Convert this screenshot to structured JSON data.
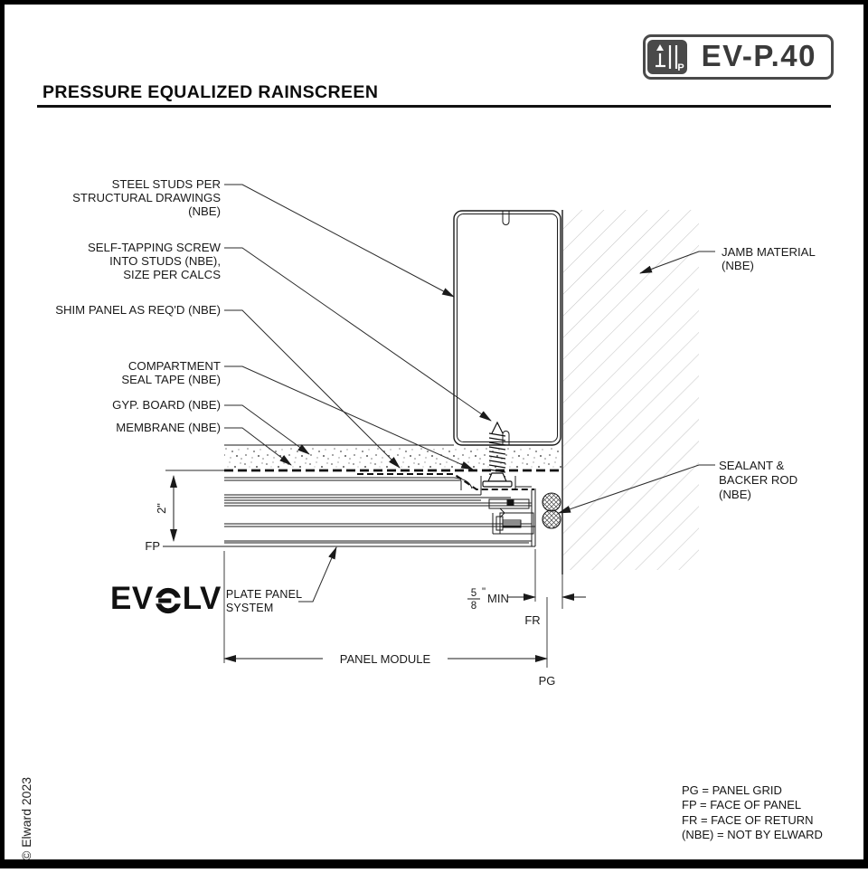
{
  "badge": {
    "code": "EV-P.40",
    "icon_label": "P"
  },
  "title": "PRESSURE EQUALIZED RAINSCREEN",
  "copyright": "© Elward 2023",
  "logo": {
    "left": "EV",
    "right": "LV",
    "tagline1": "PLATE PANEL",
    "tagline2": "SYSTEM"
  },
  "callouts": {
    "steel_studs": [
      "STEEL STUDS PER",
      "STRUCTURAL DRAWINGS",
      "(NBE)"
    ],
    "self_tapping": [
      "SELF-TAPPING SCREW",
      "INTO STUDS (NBE),",
      "SIZE PER CALCS"
    ],
    "shim": [
      "SHIM PANEL AS REQ'D (NBE)"
    ],
    "seal_tape": [
      "COMPARTMENT",
      "SEAL TAPE (NBE)"
    ],
    "gyp_board": [
      "GYP. BOARD (NBE)"
    ],
    "membrane": [
      "MEMBRANE (NBE)"
    ],
    "jamb": [
      "JAMB MATERIAL",
      "(NBE)"
    ],
    "sealant": [
      "SEALANT &",
      "BACKER ROD",
      "(NBE)"
    ]
  },
  "dimensions": {
    "panel_depth": "2\"",
    "joint_num": "5",
    "joint_den": "8",
    "joint_unit": "\"",
    "joint_suffix": "MIN",
    "panel_module": "PANEL MODULE"
  },
  "markers": {
    "fp": "FP",
    "fr": "FR",
    "pg": "PG"
  },
  "legend": {
    "items": [
      "PG = PANEL GRID",
      "FP = FACE OF PANEL",
      "FR = FACE OF RETURN",
      "(NBE) = NOT BY ELWARD"
    ]
  },
  "colors": {
    "line": "#1a1a1a",
    "hatch": "#c6c6c6",
    "badge_gray": "#4a4a4a"
  }
}
